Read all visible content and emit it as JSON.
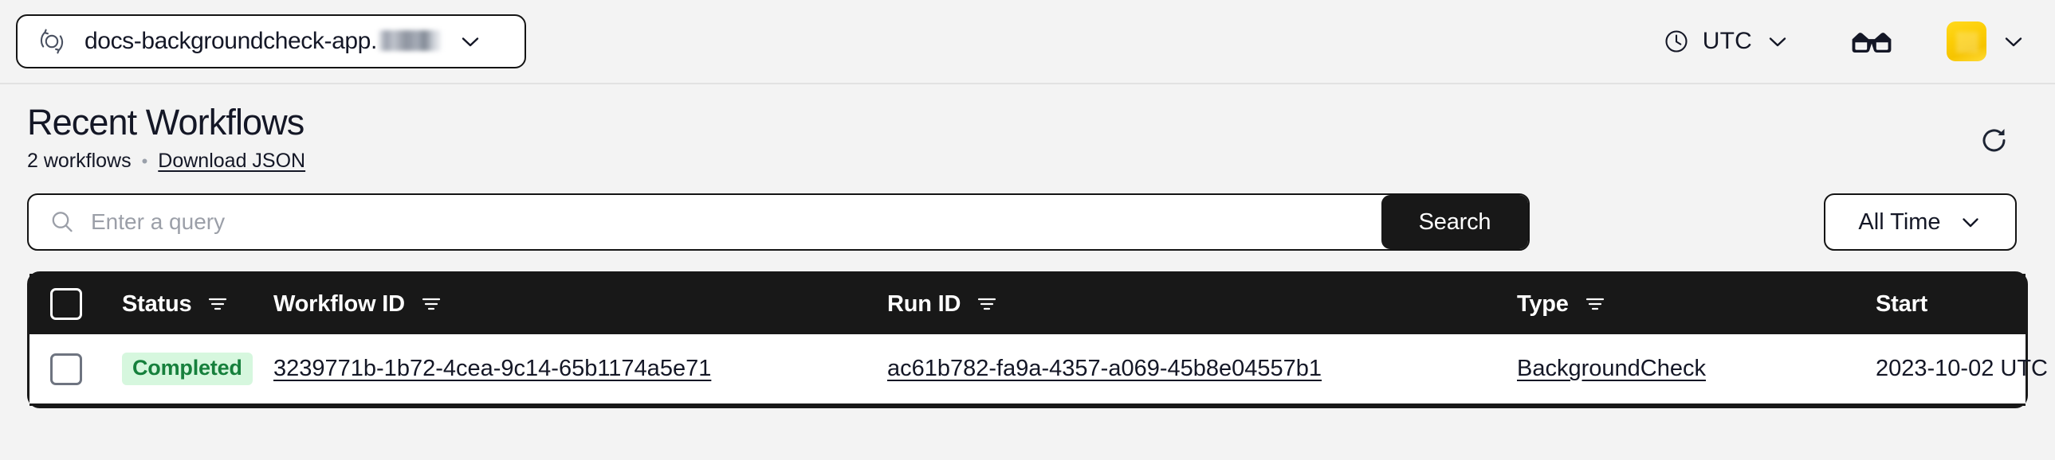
{
  "topbar": {
    "namespace_icon": "namespace-sync-icon",
    "namespace_label": "docs-backgroundcheck-app.",
    "namespace_redacted": true,
    "namespace_chevron": "chevron-down-icon",
    "timezone_icon": "clock-icon",
    "timezone_label": "UTC",
    "timezone_chevron": "chevron-down-icon",
    "glasses_icon": "glasses-icon",
    "avatar_icon": "avatar",
    "avatar_color": "#fccd05",
    "avatar_chevron": "chevron-down-icon"
  },
  "page": {
    "title": "Recent Workflows",
    "count_label": "2 workflows",
    "separator": "•",
    "download_label": "Download JSON",
    "refresh_icon": "refresh-icon"
  },
  "search": {
    "icon": "search-icon",
    "value": "",
    "placeholder": "Enter a query",
    "button_label": "Search"
  },
  "time_filter": {
    "selected": "All Time",
    "chevron": "chevron-down-icon"
  },
  "table": {
    "select_all_checkbox": false,
    "columns": [
      {
        "key": "status",
        "label": "Status",
        "filterable": true
      },
      {
        "key": "workflow_id",
        "label": "Workflow ID",
        "filterable": true
      },
      {
        "key": "run_id",
        "label": "Run ID",
        "filterable": true
      },
      {
        "key": "type",
        "label": "Type",
        "filterable": true
      },
      {
        "key": "start",
        "label": "Start",
        "filterable": false
      }
    ],
    "rows": [
      {
        "checked": false,
        "status": "Completed",
        "status_bg": "#d6f7de",
        "status_fg": "#16803c",
        "workflow_id": "3239771b-1b72-4cea-9c14-65b1174a5e71",
        "run_id": "ac61b782-fa9a-4357-a069-45b8e04557b1",
        "type": "BackgroundCheck",
        "start": "2023-10-02 UTC"
      }
    ]
  }
}
